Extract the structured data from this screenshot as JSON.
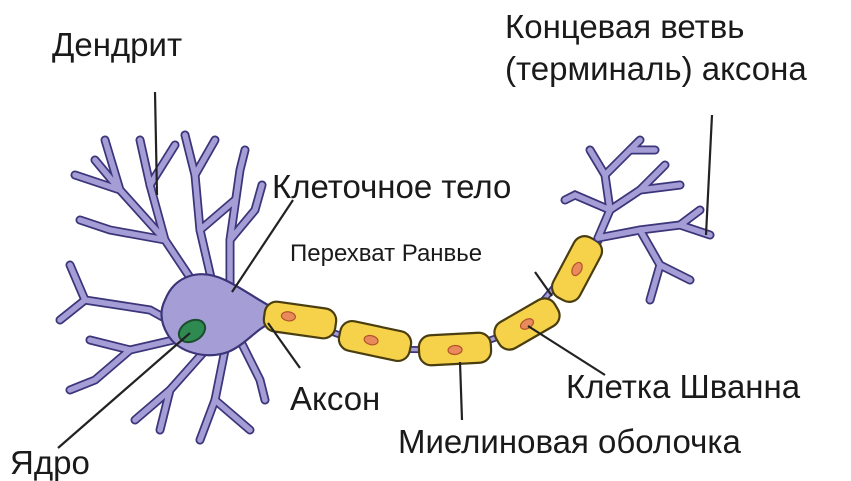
{
  "diagram": {
    "labels": {
      "dendrite": "Дендрит",
      "terminal_line1": "Концевая ветвь",
      "terminal_line2": "(терминаль) аксона",
      "cell_body": "Клеточное тело",
      "node_of_ranvier": "Перехват Ранвье",
      "axon": "Аксон",
      "schwann_cell": "Клетка Шванна",
      "myelin_sheath": "Миелиновая оболочка",
      "nucleus": "Ядро"
    },
    "colors": {
      "neuron_fill": "#a59ed6",
      "neuron_outline": "#3b357a",
      "myelin_fill": "#f5d24a",
      "schwann_nucleus": "#e98a5c",
      "cell_nucleus": "#2f8a52"
    }
  }
}
